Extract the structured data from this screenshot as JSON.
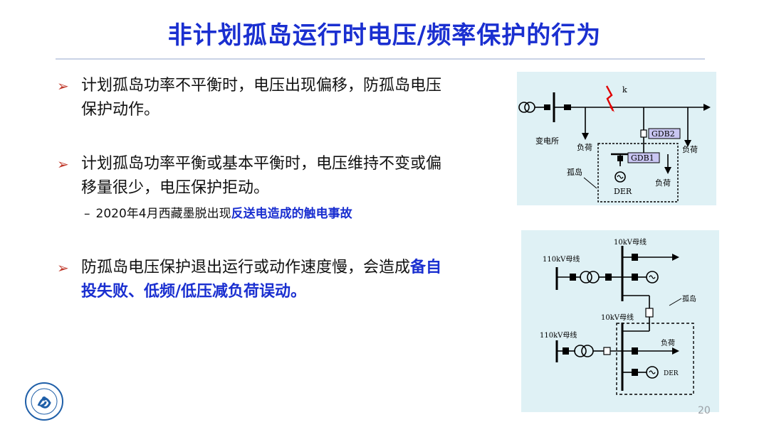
{
  "title": "非计划孤岛运行时电压/频率保护的行为",
  "bullets": [
    {
      "text": "计划孤岛功率不平衡时，电压出现偏移，防孤岛电压保护动作。"
    },
    {
      "text": "计划孤岛功率平衡或基本平衡时，电压维持不变或偏移量很少，电压保护拒动。"
    },
    {
      "text_plain": "防孤岛电压保护退出运行或动作速度慢，会造成",
      "text_highlight": "备自投失败、低频/低压减负荷误动。"
    }
  ],
  "sub_bullet": {
    "dash": "–",
    "text_plain": "2020年4月西藏墨脱出现",
    "text_highlight": "反送电造成的触电事故"
  },
  "diagram1": {
    "label_k": "k",
    "label_substation": "变电所",
    "label_load1": "负荷",
    "label_load2": "负荷",
    "label_load3": "负荷",
    "label_gdb1": "GDB1",
    "label_gdb2": "GDB2",
    "label_island": "孤岛",
    "label_der": "DER",
    "fault_color": "#e00000",
    "box_fill": "#c9c6f2"
  },
  "diagram2": {
    "label_bus_top": "10kV母线",
    "label_110_top": "110kV母线",
    "label_island": "孤岛",
    "label_bus_bottom": "10kV母线",
    "label_110_bottom": "110kV母线",
    "label_load": "负荷",
    "label_der": "DER"
  },
  "page_number": "20",
  "colors": {
    "title": "#1a2fd0",
    "arrow": "#c0392b",
    "highlight": "#1a2fd0",
    "diagram_bg": "#dff1f5"
  }
}
